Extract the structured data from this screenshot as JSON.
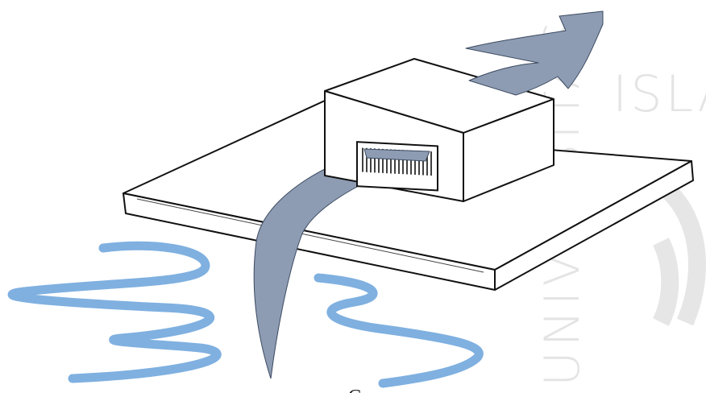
{
  "watermark": {
    "vertical_text": "UNIVERSITAS",
    "top_text": "ISLA",
    "color": "#e6e6e6"
  },
  "caption_fragment": "Ga",
  "colors": {
    "ink": "#111111",
    "airflow": "#8d9cb3",
    "airflow_dark": "#7f90aa",
    "waves": "#7fb0e0"
  }
}
